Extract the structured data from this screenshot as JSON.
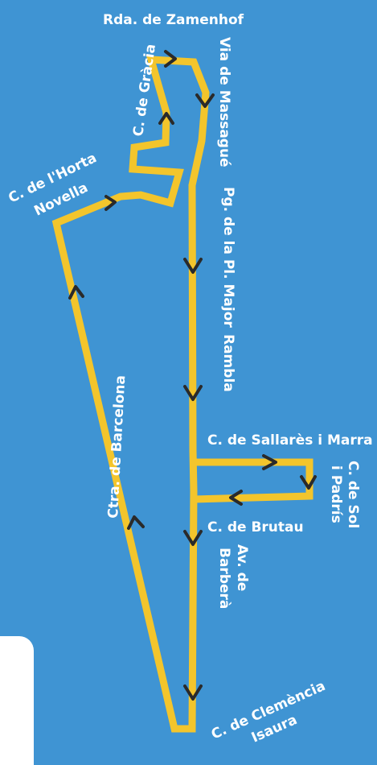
{
  "map": {
    "background_color": "#3f94d3",
    "route_color": "#f3c52c",
    "arrow_color": "#2a2a2a",
    "label_color": "#ffffff",
    "labels": {
      "rda_zamenhof": "Rda. de Zamenhof",
      "via_massague": "Via de Massagué",
      "c_gracia": "C. de Gràcia",
      "c_horta_line1": "C. de l'Horta",
      "c_horta_line2": "Novella",
      "pg_pl_major": "Pg. de la Pl. Major",
      "rambla": "Rambla",
      "c_sallares": "C. de Sallarès i Marra",
      "c_sol_line1": "C. de Sol",
      "c_sol_line2": "i Padrís",
      "c_brutau": "C. de Brutau",
      "ctra_barcelona": "Ctra. de Barcelona",
      "av_barbera_line1": "Av. de",
      "av_barbera_line2": "Barberà",
      "c_clemencia_line1": "C. de Clemència",
      "c_clemencia_line2": "Isaura"
    }
  }
}
